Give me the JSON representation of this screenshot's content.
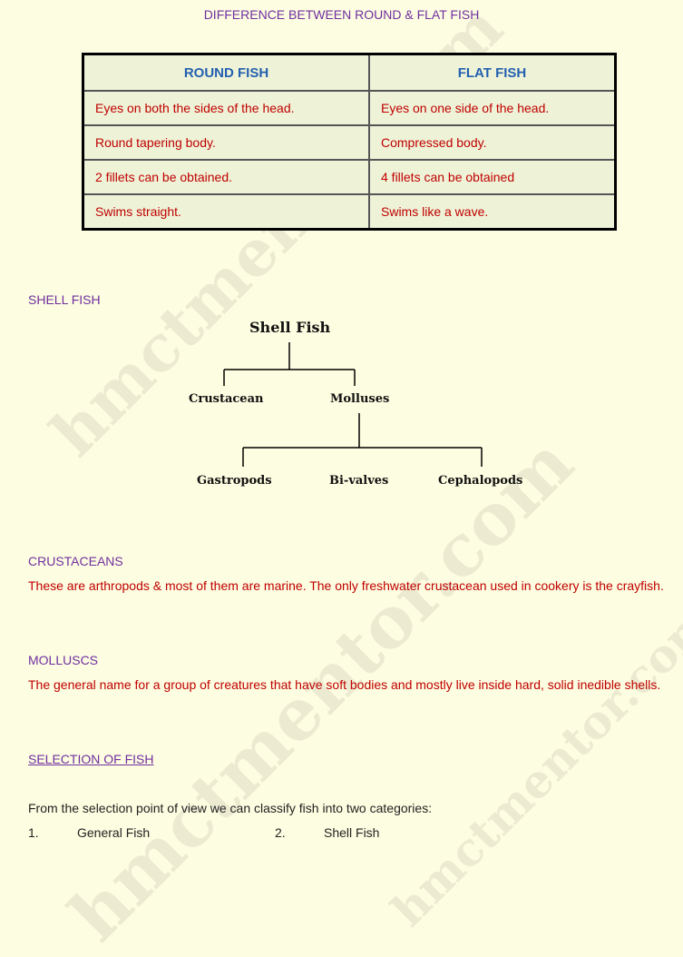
{
  "watermark": "hmctmentor.com",
  "title": "DIFFERENCE BETWEEN ROUND & FLAT FISH",
  "comparison_table": {
    "headers": [
      "ROUND FISH",
      "FLAT FISH"
    ],
    "rows": [
      [
        "Eyes on both the sides of the head.",
        "Eyes on one side of the head."
      ],
      [
        "Round tapering body.",
        "Compressed body."
      ],
      [
        "2 fillets can be obtained.",
        "4 fillets can be obtained"
      ],
      [
        "Swims straight.",
        "Swims like a wave."
      ]
    ]
  },
  "shell_fish": {
    "heading": "SHELL FISH",
    "diagram": {
      "root": "Shell Fish",
      "level1": [
        "Crustacean",
        "Molluses"
      ],
      "level2": [
        "Gastropods",
        "Bi-valves",
        "Cephalopods"
      ]
    }
  },
  "crustaceans": {
    "heading": "CRUSTACEANS",
    "text": "These are arthropods & most of them are marine. The only freshwater crustacean used in cookery is the crayfish."
  },
  "molluscs": {
    "heading": "MOLLUSCS",
    "text": "The general name for a group of creatures that have soft bodies and mostly live inside hard, solid inedible shells."
  },
  "selection": {
    "heading": "SELECTION OF FISH",
    "intro": "From the selection point of view we can classify fish into two categories:",
    "items": [
      {
        "number": "1.",
        "label": "General Fish"
      },
      {
        "number": "2.",
        "label": "Shell Fish"
      }
    ]
  },
  "colors": {
    "background": "#fdfde1",
    "heading_purple": "#7030a0",
    "table_header_blue": "#2460b0",
    "body_red": "#c00000"
  }
}
